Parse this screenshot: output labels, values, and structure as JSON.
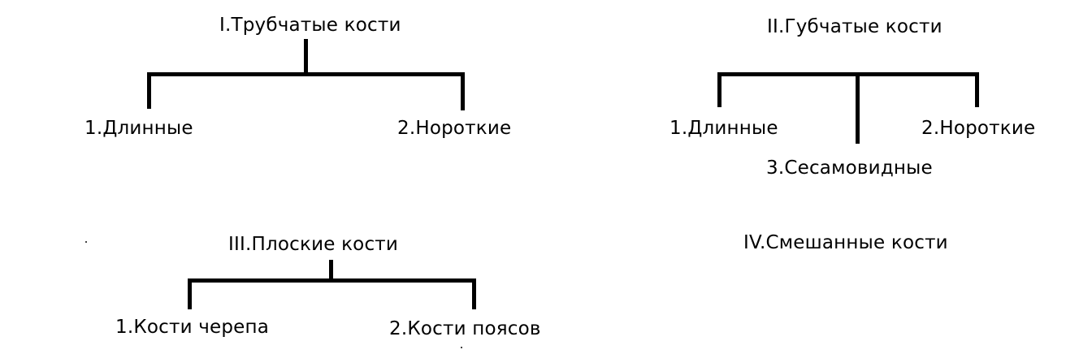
{
  "tubular": {
    "title": "I.Трубчатые кости",
    "long": "1.Длинные",
    "short": "2.Нороткие"
  },
  "spongy": {
    "title": "II.Губчатые кости",
    "long": "1.Длинные",
    "short": "2.Нороткие",
    "sesamoid": "3.Сесамовидные"
  },
  "flat": {
    "title": "III.Плоские кости",
    "skull": "1.Кости черепа",
    "girdles": "2.Кости поясов"
  },
  "mixed": {
    "title": "IV.Смешанные кости"
  }
}
